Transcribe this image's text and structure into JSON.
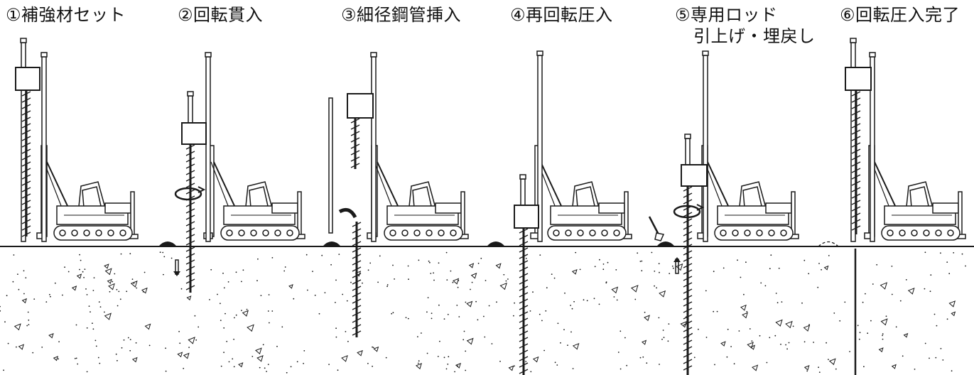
{
  "steps": [
    {
      "label": "①補強材セット"
    },
    {
      "label": "②回転貫入"
    },
    {
      "label": "③細径鋼管挿入"
    },
    {
      "label": "④再回転圧入"
    },
    {
      "label": "⑤専用ロッド",
      "label2": "引上げ・埋戻し"
    },
    {
      "label": "⑥回転圧入完了"
    }
  ],
  "colors": {
    "ink": "#1a1a1a",
    "ground": "#222222",
    "paper": "#ffffff"
  }
}
